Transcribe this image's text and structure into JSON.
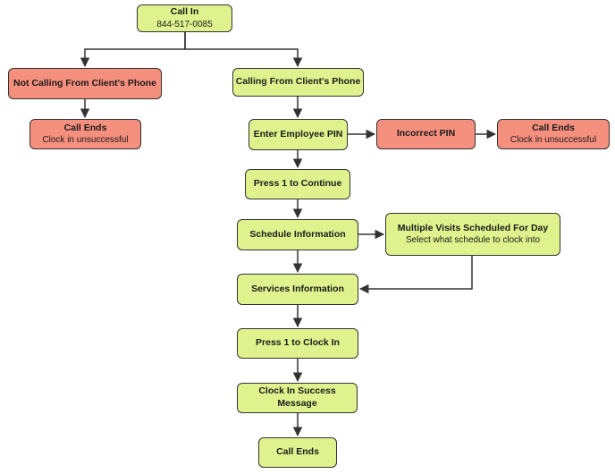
{
  "colors": {
    "green": "#dff28d",
    "red": "#f58f7e",
    "border": "#333333",
    "edge": "#333333"
  },
  "nodes": {
    "call_in": {
      "title": "Call In",
      "sub": "844-517-0085"
    },
    "not_client_phone": {
      "title": "Not Calling From Client's Phone"
    },
    "call_ends_1": {
      "title": "Call Ends",
      "sub": "Clock in unsuccessful"
    },
    "client_phone": {
      "title": "Calling From Client's Phone"
    },
    "enter_pin": {
      "title": "Enter Employee PIN"
    },
    "incorrect_pin": {
      "title": "Incorrect PIN"
    },
    "call_ends_2": {
      "title": "Call Ends",
      "sub": "Clock in unsuccessful"
    },
    "press1_continue": {
      "title": "Press 1 to Continue"
    },
    "schedule_info": {
      "title": "Schedule Information"
    },
    "multiple_visits": {
      "title": "Multiple Visits Scheduled For Day",
      "sub": "Select what schedule to clock into"
    },
    "services_info": {
      "title": "Services Information"
    },
    "press1_clockin": {
      "title": "Press 1 to Clock In"
    },
    "success_msg": {
      "title": "Clock In Success Message"
    },
    "call_ends_final": {
      "title": "Call Ends"
    }
  }
}
